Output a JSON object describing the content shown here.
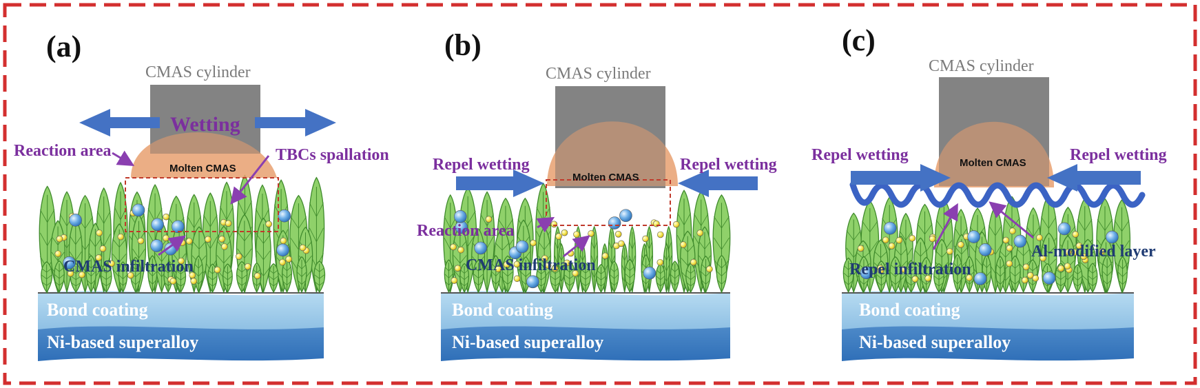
{
  "colors": {
    "frame": "#d32f2f",
    "cylinder": "#7f7f7f",
    "molten": "#e8a070",
    "leaf": "#8fd16a",
    "leaf_edge": "#3f8a2c",
    "bond": "#9ecbe8",
    "superalloy": "#3d7bc0",
    "arrow_blue": "#4472c4",
    "label_purple": "#7b2f9e",
    "label_navy": "#1f3b73",
    "al_layer": "#3b63c4"
  },
  "panels": [
    {
      "tag": "(a)",
      "cylinder": "CMAS cylinder",
      "molten": "Molten CMAS",
      "wetting": "Wetting",
      "reaction_area": "Reaction area",
      "spallation": "TBCs spallation",
      "infiltration": "CMAS infiltration",
      "bond": "Bond coating",
      "superalloy": "Ni-based superalloy"
    },
    {
      "tag": "(b)",
      "cylinder": "CMAS cylinder",
      "molten": "Molten CMAS",
      "repel_left": "Repel wetting",
      "repel_right": "Repel wetting",
      "reaction_area": "Reaction area",
      "infiltration": "CMAS infiltration",
      "bond": "Bond coating",
      "superalloy": "Ni-based superalloy"
    },
    {
      "tag": "(c)",
      "cylinder": "CMAS cylinder",
      "molten": "Molten CMAS",
      "repel_left": "Repel wetting",
      "repel_right": "Repel wetting",
      "repel_infiltration": "Repel infiltration",
      "al_layer": "Al-modified layer",
      "bond": "Bond coating",
      "superalloy": "Ni-based superalloy"
    }
  ]
}
